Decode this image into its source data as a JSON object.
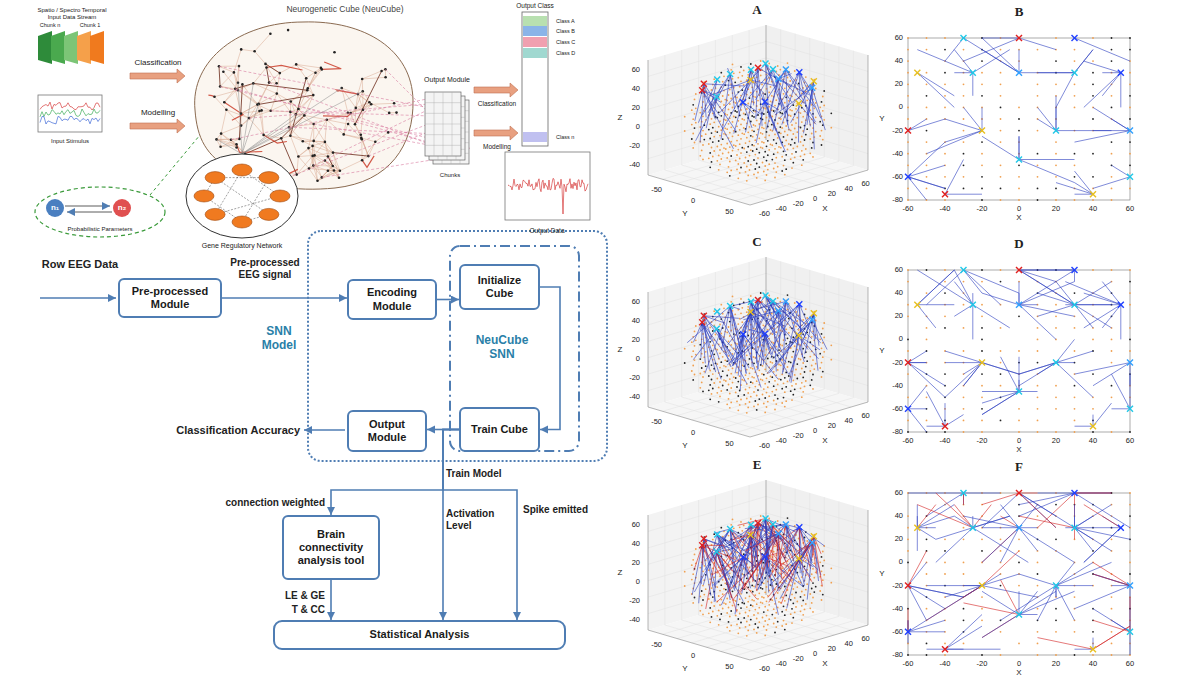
{
  "diagram": {
    "nodes": [
      {
        "text": [
          "Pre-processed Module"
        ]
      },
      {
        "text": [
          "SNN Model"
        ]
      },
      {
        "text": [
          "Encoding Module"
        ],
        "in": 1
      },
      {
        "text": [
          "NeuCube SNN"
        ],
        "in": 1
      },
      {
        "text": [
          "Initialize Cube"
        ],
        "in": 3
      },
      {
        "text": [
          "Train Cube"
        ],
        "in": 3
      },
      {
        "text": [
          "Output Module"
        ],
        "in": 1
      },
      {
        "text": [
          "Brain connectivity analysis tool"
        ]
      },
      {
        "text": [
          "Statistical Analysis"
        ]
      }
    ],
    "edges": [
      {
        "from": 0,
        "to": 2,
        "arrow": "to",
        "label": "Pre-processed EEG signal"
      },
      {
        "from": 2,
        "to": 4,
        "arrow": "to"
      },
      {
        "from": 4,
        "to": 5,
        "arrow": "to"
      },
      {
        "from": 5,
        "to": 6,
        "arrow": "to"
      },
      {
        "from": 5,
        "to": 7,
        "arrow": "to",
        "label": "connection weighted"
      },
      {
        "from": 5,
        "to": 8,
        "arrow": "to",
        "label": "Activation Level"
      },
      {
        "from": 5,
        "to": 8,
        "arrow": "to",
        "label": "Spike emitted"
      },
      {
        "from": 7,
        "to": 8,
        "arrow": "to",
        "label": "LE & GE"
      }
    ],
    "labels": [
      "Spatio / Spectro Temporal Input Data Stream",
      "Chunk n",
      "Chunk 1",
      "Classification",
      "Modelling",
      "Input Stimulus",
      "Neurogenetic Cube (NeuCube)",
      "Probabilistic Parameters",
      "n₁",
      "n₂",
      "Gene Regulatory Network",
      "Output Module",
      "Chunks",
      "Output Class",
      "Class A",
      "Class B",
      "Class C",
      "Class D",
      "Class n",
      "Classification",
      "Modelling",
      "Output Data",
      "Row EEG Data",
      "Classification Accuracy",
      "Train Model",
      "T & CC",
      "A",
      "60",
      "40",
      "20",
      "0",
      "-20",
      "-40",
      "Z",
      "-50",
      "0",
      "50",
      "Y",
      "-60",
      "-40",
      "-20",
      "0",
      "20",
      "40",
      "60",
      "X",
      "B",
      "60",
      "40",
      "20",
      "0",
      "-20",
      "-40",
      "-60",
      "-80",
      "Y",
      "-60",
      "-40",
      "-20",
      "0",
      "20",
      "40",
      "60",
      "X",
      "C",
      "60",
      "40",
      "20",
      "0",
      "-20",
      "-40",
      "Z",
      "-50",
      "0",
      "50",
      "Y",
      "-60",
      "-40",
      "-20",
      "0",
      "20",
      "40",
      "60",
      "X",
      "D",
      "60",
      "40",
      "20",
      "0",
      "-20",
      "-40",
      "-60",
      "-80",
      "Y",
      "-60",
      "-40",
      "-20",
      "0",
      "20",
      "40",
      "60",
      "X",
      "E",
      "60",
      "40",
      "20",
      "0",
      "-20",
      "-40",
      "Z",
      "-50",
      "0",
      "50",
      "Y",
      "-60",
      "-40",
      "-20",
      "0",
      "20",
      "40",
      "60",
      "X",
      "F",
      "60",
      "40",
      "20",
      "0",
      "-20",
      "-40",
      "-60",
      "-80",
      "Y",
      "-60",
      "-40",
      "-20",
      "0",
      "20",
      "40",
      "60",
      "X"
    ]
  }
}
